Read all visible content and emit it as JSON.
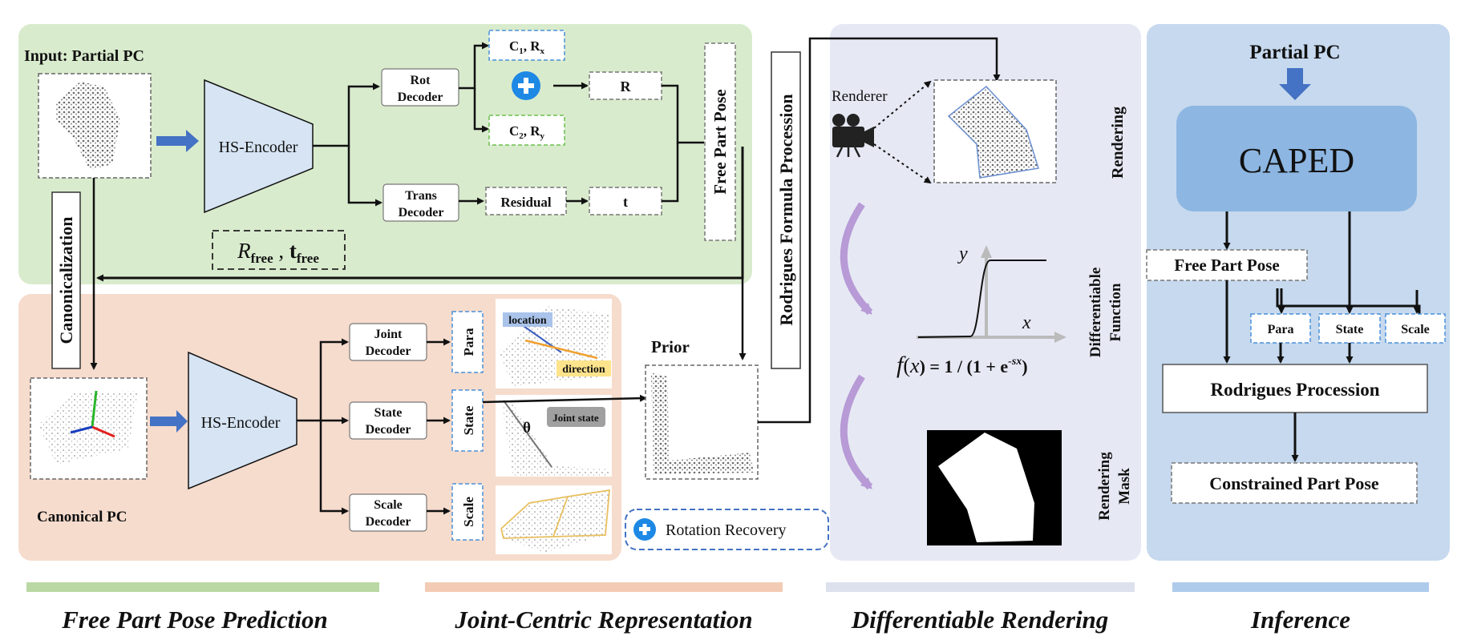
{
  "colors": {
    "free_panel": "#d9ebcd",
    "joint_panel": "#f6dccd",
    "render_panel": "#e6e9f4",
    "inference_panel": "#c6d9ee",
    "caped_box": "#8db6e2",
    "encoder_fill": "#d6e4f3",
    "accent_blue": "#4472c4",
    "plus_blue": "#1e88e5",
    "purple_arrow": "#b79ad6",
    "orange": "#f0a030",
    "location_label": "#a9c3ea",
    "direction_label": "#fde48c"
  },
  "icons": [
    "plus-icon",
    "camera-icon",
    "arrow-icon",
    "axes-icon"
  ],
  "free_panel": {
    "input_label": "Input:  Partial PC",
    "encoder_label": "HS-Encoder",
    "rot_decoder": [
      "Rot",
      "Decoder"
    ],
    "trans_decoder": [
      "Trans",
      "Decoder"
    ],
    "c1": "C",
    "c1_sub": "1",
    "c1_rest": ", R",
    "c1_rsub": "x",
    "c2": "C",
    "c2_sub": "2",
    "c2_rest": ", R",
    "c2_rsub": "y",
    "r_box": "R",
    "residual_box": "Residual",
    "t_box": "t",
    "free_part_pose_vertical": "Free Part Pose",
    "rfree_r": "R",
    "rfree_sub": "free",
    "rfree_comma": " , ",
    "tfree_t": "t",
    "tfree_sub": "free"
  },
  "canonicalization_label": "Canonicalization",
  "rodrigues_vertical": "Rodrigues Formula Procession",
  "joint_panel": {
    "canonical_label": "Canonical PC",
    "encoder_label": "HS-Encoder",
    "joint_decoder": [
      "Joint",
      "Decoder"
    ],
    "state_decoder": [
      "State",
      "Decoder"
    ],
    "scale_decoder": [
      "Scale",
      "Decoder"
    ],
    "para": "Para",
    "state": "State",
    "scale": "Scale",
    "location": "location",
    "direction": "direction",
    "theta": "θ",
    "joint_state": "Joint state",
    "prior": "Prior",
    "rotation_recovery": "Rotation Recovery"
  },
  "render_panel": {
    "renderer": "Renderer",
    "rendering": "Rendering",
    "diff_function": [
      "Differentiable",
      "Function"
    ],
    "rendering_mask": [
      "Rendering",
      "Mask"
    ],
    "y_axis": "y",
    "x_axis": "x",
    "formula_f": "f",
    "formula_x": "x",
    "formula_rest": ") = 1 / (1 + e",
    "formula_exp": "-sx",
    "formula_close": ")"
  },
  "inference_panel": {
    "partial_pc": "Partial PC",
    "caped": "CAPED",
    "free_part_pose": "Free Part Pose",
    "para": "Para",
    "state": "State",
    "scale": "Scale",
    "rodrigues": "Rodrigues Procession",
    "constrained": "Constrained Part Pose"
  },
  "captions": {
    "free": "Free Part Pose Prediction",
    "joint": "Joint-Centric Representation",
    "render": "Differentiable Rendering",
    "inference": "Inference"
  }
}
